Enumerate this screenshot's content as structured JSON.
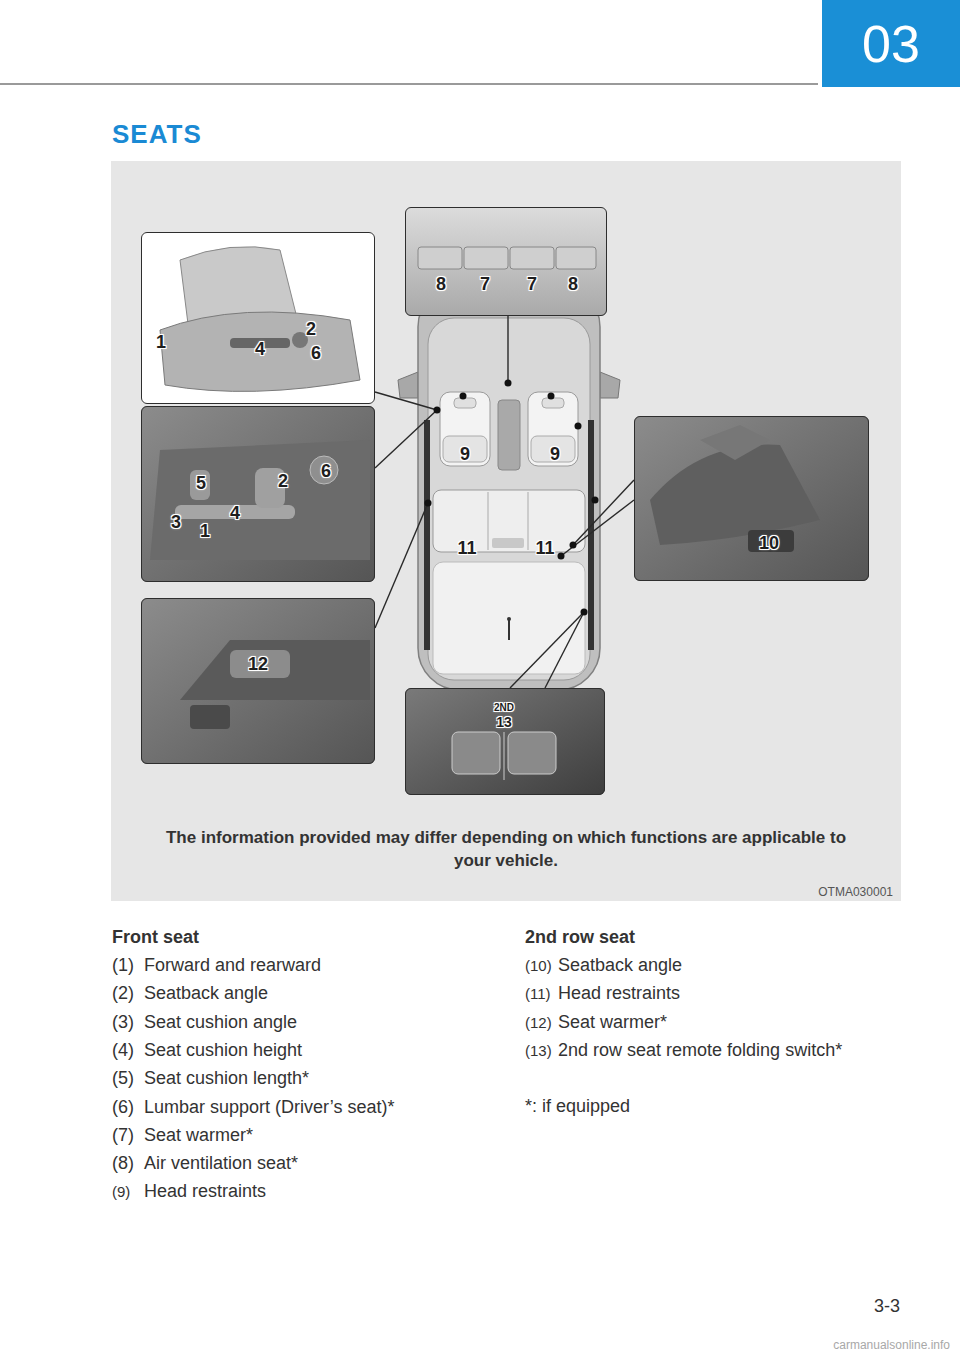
{
  "diagram": {
    "title": "SEATS",
    "caption": "The information provided may differ depending on which functions are applicable to your vehicle.",
    "nodes": [
      {
        "text": [
          "03"
        ]
      },
      {
        "text": [
          "1",
          "4",
          "2",
          "6"
        ]
      },
      {
        "text": [
          "8",
          "7",
          "7",
          "8"
        ]
      },
      {
        "text": [
          "5",
          "2",
          "6",
          "3",
          "1",
          "4"
        ]
      },
      {
        "text": [
          "10"
        ]
      },
      {
        "text": [
          "12"
        ]
      },
      {
        "text": [
          "2ND",
          "13"
        ]
      }
    ],
    "labels": [
      "OTMA030001",
      "9",
      "9",
      "11",
      "11",
      "Front seat",
      "(1)",
      "Forward and rearward",
      "(2)",
      "Seatback angle",
      "(3)",
      "Seat cushion angle",
      "(4)",
      "Seat cushion height",
      "(5)",
      "Seat cushion length*",
      "(6)",
      "Lumbar support (Driver’s seat)*",
      "(7)",
      "Seat warmer*",
      "(8)",
      "Air ventilation seat*",
      "(9)",
      "Head restraints",
      "2nd row seat",
      "(10)",
      "Seatback angle",
      "(11)",
      "Head restraints",
      "(12)",
      "Seat warmer*",
      "(13)",
      "2nd row seat remote folding switch*",
      "*: if equipped",
      "3-3",
      "carmanualsonline.info"
    ]
  }
}
